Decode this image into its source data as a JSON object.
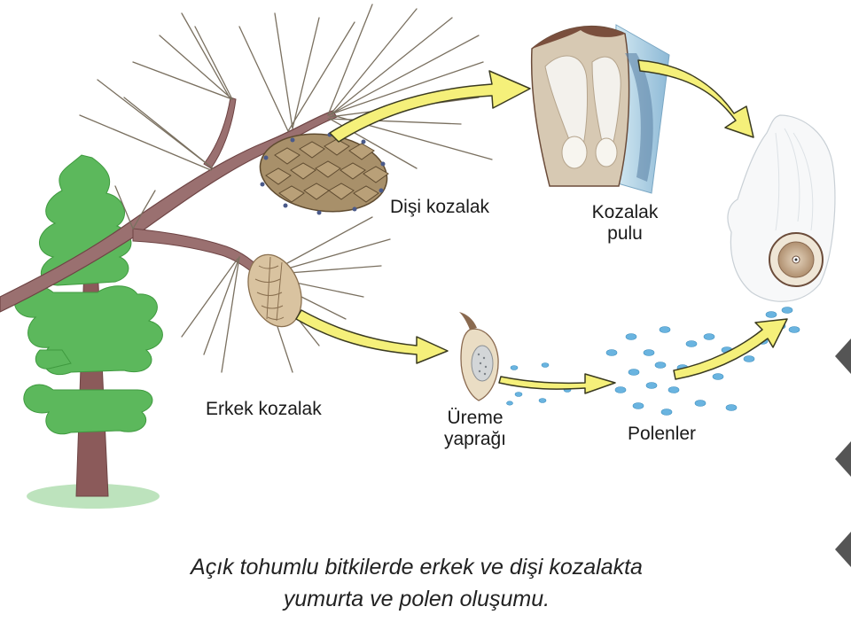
{
  "labels": {
    "female_cone": "Dişi kozalak",
    "cone_scale_line1": "Kozalak",
    "cone_scale_line2": "pulu",
    "male_cone": "Erkek kozalak",
    "reproductive_leaf_line1": "Üreme",
    "reproductive_leaf_line2": "yaprağı",
    "pollen": "Polenler"
  },
  "caption": {
    "line1": "Açık tohumlu bitkilerde erkek ve dişi kozalakta",
    "line2": "yumurta ve polen oluşumu."
  },
  "colors": {
    "tree_foliage": "#5cb85c",
    "trunk": "#8b5a5a",
    "branch": "#9a7070",
    "female_cone": "#a8906a",
    "male_cone": "#d9c3a0",
    "arrow_fill": "#f5f07a",
    "pollen": "#6ab4e0"
  }
}
